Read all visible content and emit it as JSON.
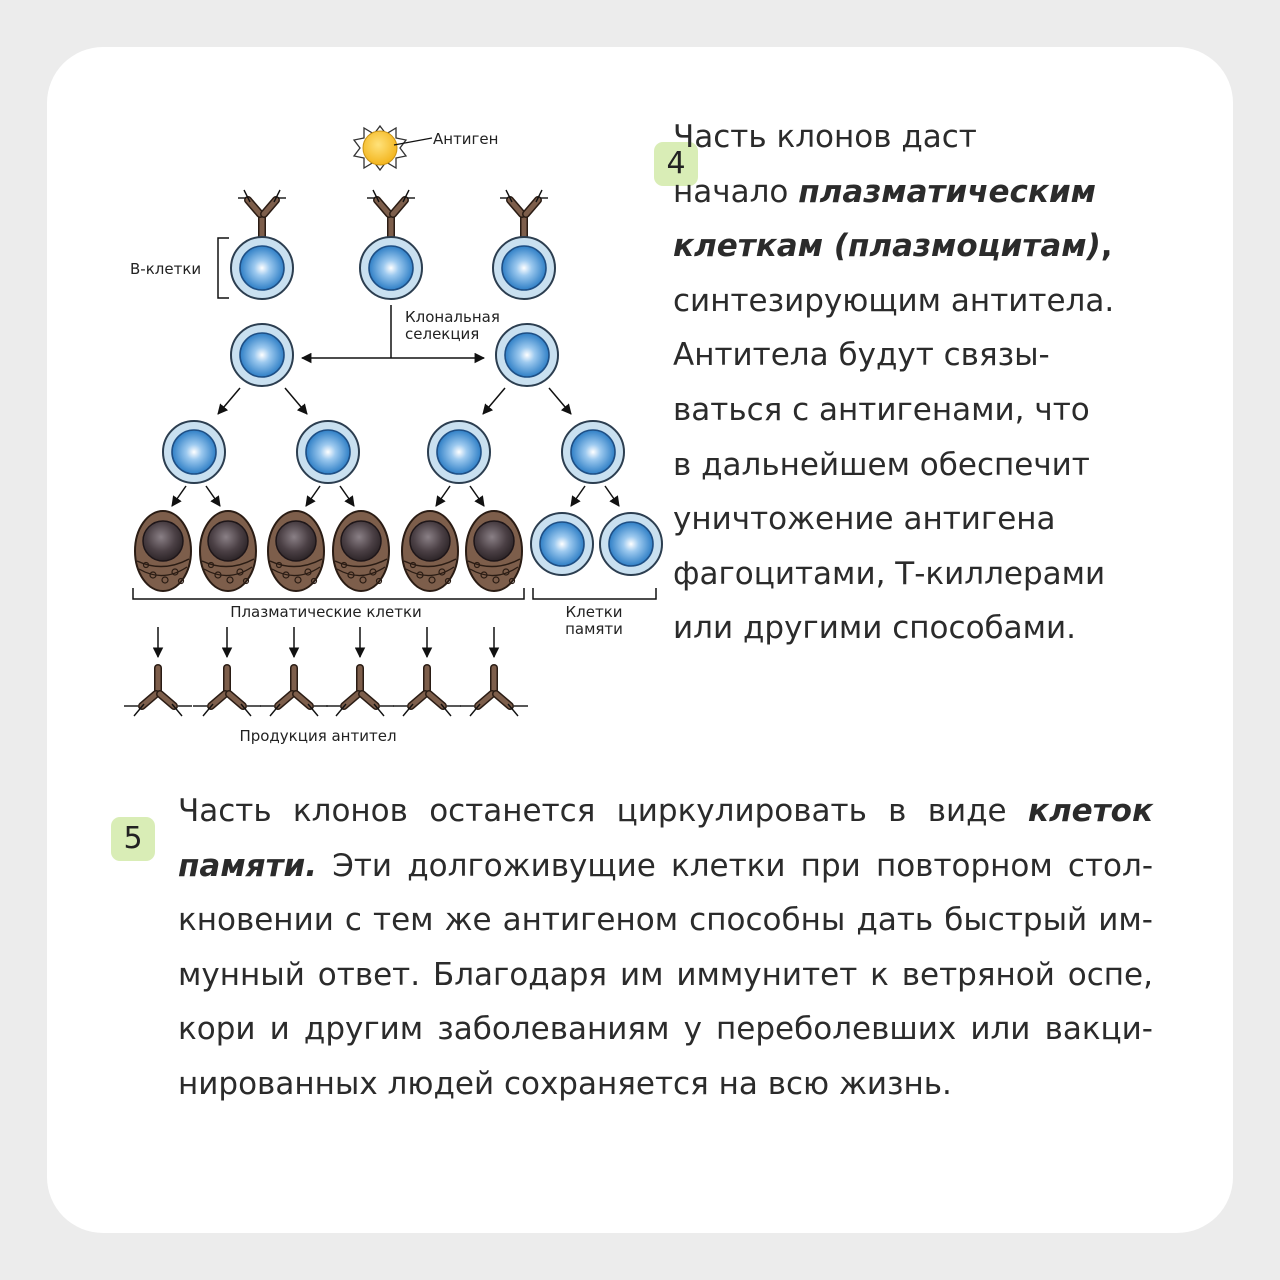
{
  "diagram": {
    "antigen_label": "Антиген",
    "b_cells_label": "В-клетки",
    "clonal_selection_line1": "Клональная",
    "clonal_selection_line2": "селекция",
    "plasma_cells_label": "Плазматические клетки",
    "memory_cells_line1": "Клетки",
    "memory_cells_line2": "памяти",
    "antibody_production_label": "Продукция антител"
  },
  "step4": {
    "number": "4",
    "l1": "Часть клонов даст",
    "l2_pre": "начало ",
    "l2_bold": "плазматическим",
    "l3_bold": "клеткам (плазмоцитам)",
    "l3_post": ",",
    "l4": "синтезирующим антитела.",
    "l5": "Антитела будут связы-",
    "l6": "ваться с антигенами, что",
    "l7": "в дальнейшем обеспечит",
    "l8": "уничтожение антигена",
    "l9": "фагоцитами, Т-киллерами",
    "l10": "или другими способами."
  },
  "step5": {
    "number": "5",
    "l1_pre": "Часть клонов останется циркулировать в виде ",
    "l1_bold": "клеток",
    "l2_bold": "памяти.",
    "l2_post": " Эти долгоживущие клетки при повторном стол-",
    "l3": "кновении с тем же антигеном способны дать быстрый им-",
    "l4": "мунный ответ. Благодаря им иммунитет к ветряной оспе,",
    "l5": "кори и другим заболеваниям у переболевших или вакци-",
    "l6": "нированных людей сохраняется на всю жизнь."
  },
  "colors": {
    "badge": "#d9edb6",
    "cell_outer": "#c7dfef",
    "cell_nucleus": "#3c88cc",
    "plasma_body": "#7d5e4b",
    "plasma_nucleus": "#4a3f42",
    "antigen": "#f6c32f"
  }
}
